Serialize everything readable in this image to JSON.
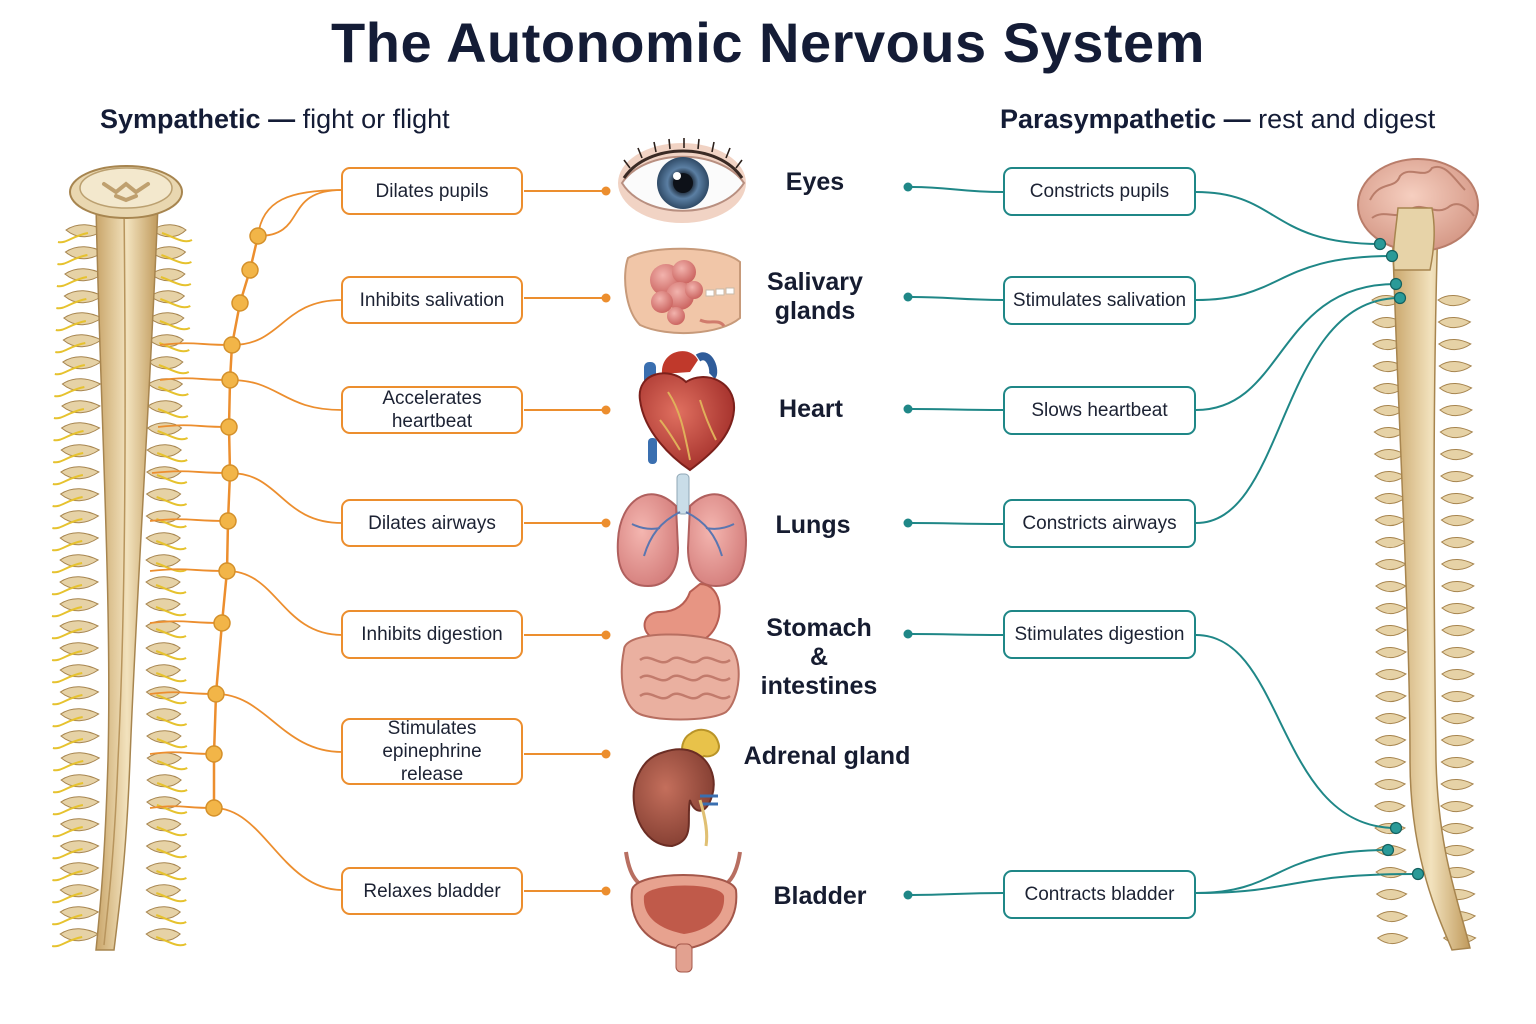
{
  "title": "The Autonomic Nervous System",
  "sympathetic": {
    "name": "Sympathetic",
    "dash": " — ",
    "tagline": "fight or flight"
  },
  "parasympathetic": {
    "name": "Parasympathetic",
    "dash": " — ",
    "tagline": "rest and digest"
  },
  "organs": [
    {
      "key": "eyes",
      "label": "Eyes",
      "sympathetic": "Dilates pupils",
      "parasympathetic": "Constricts pupils"
    },
    {
      "key": "salivary",
      "label": "Salivary glands",
      "sympathetic": "Inhibits salivation",
      "parasympathetic": "Stimulates salivation"
    },
    {
      "key": "heart",
      "label": "Heart",
      "sympathetic": "Accelerates heartbeat",
      "parasympathetic": "Slows heartbeat"
    },
    {
      "key": "lungs",
      "label": "Lungs",
      "sympathetic": "Dilates airways",
      "parasympathetic": "Constricts airways"
    },
    {
      "key": "stomach",
      "label": "Stomach & intestines",
      "sympathetic": "Inhibits digestion",
      "parasympathetic": "Stimulates digestion"
    },
    {
      "key": "adrenal",
      "label": "Adrenal gland",
      "sympathetic": "Stimulates epinephrine release",
      "parasympathetic": ""
    },
    {
      "key": "bladder",
      "label": "Bladder",
      "sympathetic": "Relaxes bladder",
      "parasympathetic": "Contracts bladder"
    }
  ],
  "colors": {
    "sympathetic": "#ec8e2e",
    "parasympathetic": "#1f8787",
    "bone": "#e6d2a6",
    "nerve": "#e6c22e"
  }
}
